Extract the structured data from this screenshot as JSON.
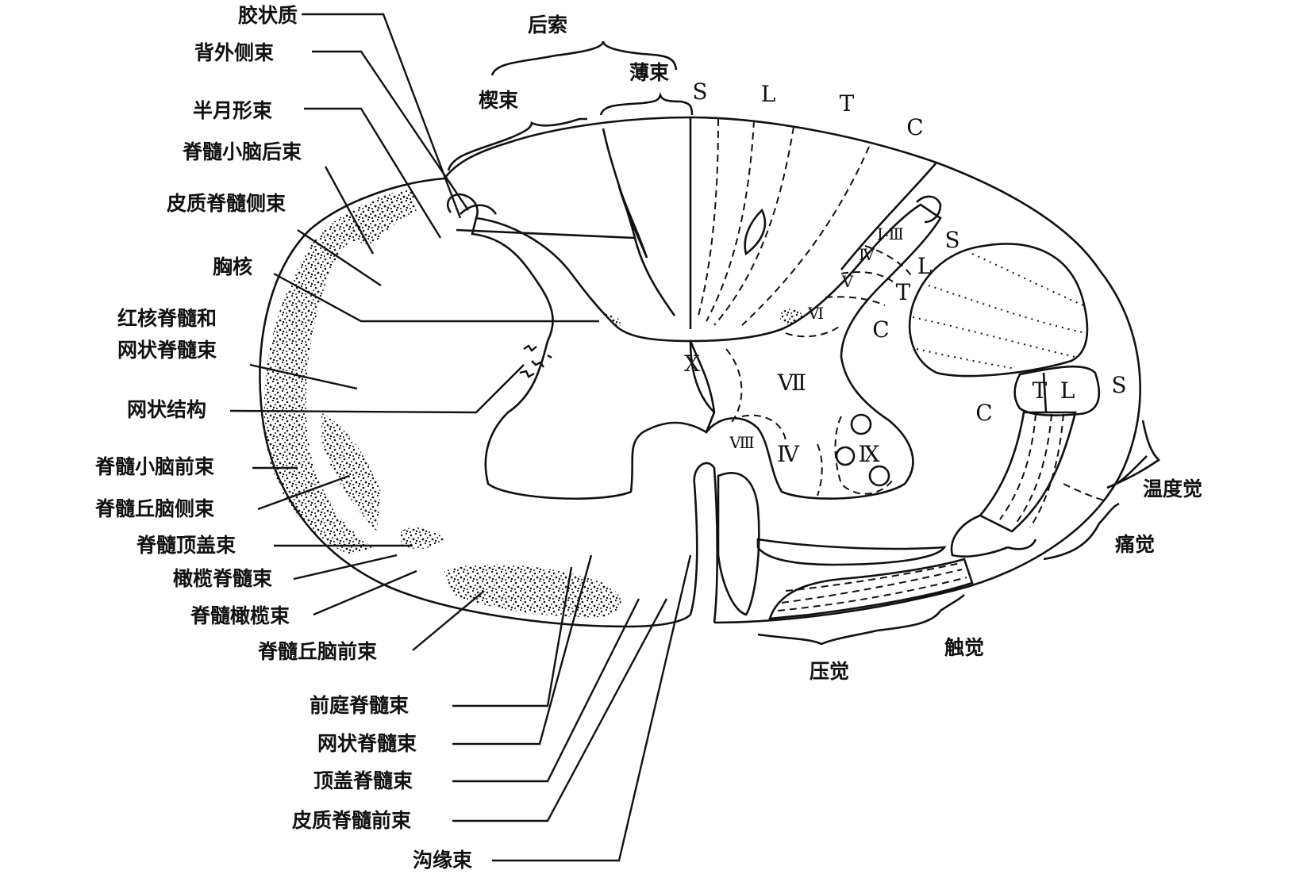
{
  "labels_left": {
    "gelatinous_substance": "胶状质",
    "dorsolateral_fasciculus": "背外侧束",
    "semilunar_fasciculus": "半月形束",
    "posterior_spinocerebellar_tract": "脊髓小脑后束",
    "lateral_corticospinal_tract": "皮质脊髓侧束",
    "thoracic_nucleus": "胸核",
    "rubrospinal_line1": "红核脊髓和",
    "rubrospinal_line2": "网状脊髓束",
    "reticular_formation": "网状结构",
    "anterior_spinocerebellar_tract": "脊髓小脑前束",
    "lateral_spinothalamic_tract": "脊髓丘脑侧束",
    "spinotectal_tract": "脊髓顶盖束",
    "olivospinal_tract": "橄榄脊髓束",
    "spino_olivary_tract": "脊髓橄榄束",
    "anterior_spinothalamic_tract": "脊髓丘脑前束"
  },
  "labels_bottom": {
    "vestibulospinal_tract": "前庭脊髓束",
    "reticulospinal_tract": "网状脊髓束",
    "tectospinal_tract": "顶盖脊髓束",
    "anterior_corticospinal_tract": "皮质脊髓前束",
    "sulcomarginal_fasciculus": "沟缘束"
  },
  "labels_top": {
    "posterior_funiculus": "后索",
    "cuneate_fasciculus": "楔束",
    "gracile_fasciculus": "薄束"
  },
  "labels_right": {
    "temperature_sense": "温度觉",
    "pain_sense": "痛觉",
    "touch_sense": "触觉",
    "pressure_sense": "压觉"
  },
  "segment_letters": {
    "dorsal_S": "S",
    "dorsal_L": "L",
    "dorsal_T": "T",
    "dorsal_C": "C",
    "horn_S": "S",
    "horn_L": "L",
    "horn_T": "T",
    "horn_C": "C",
    "lat_T": "T",
    "lat_L": "L",
    "lat_S": "S",
    "lat_C": "C"
  },
  "laminae": {
    "I_III": "Ⅰ-Ⅲ",
    "IV_dorsal": "Ⅳ",
    "V": "Ⅴ",
    "VI": "Ⅵ",
    "VII": "Ⅶ",
    "VIII": "Ⅷ",
    "IV_ventral": "Ⅳ",
    "IX": "Ⅸ",
    "X": "X"
  }
}
